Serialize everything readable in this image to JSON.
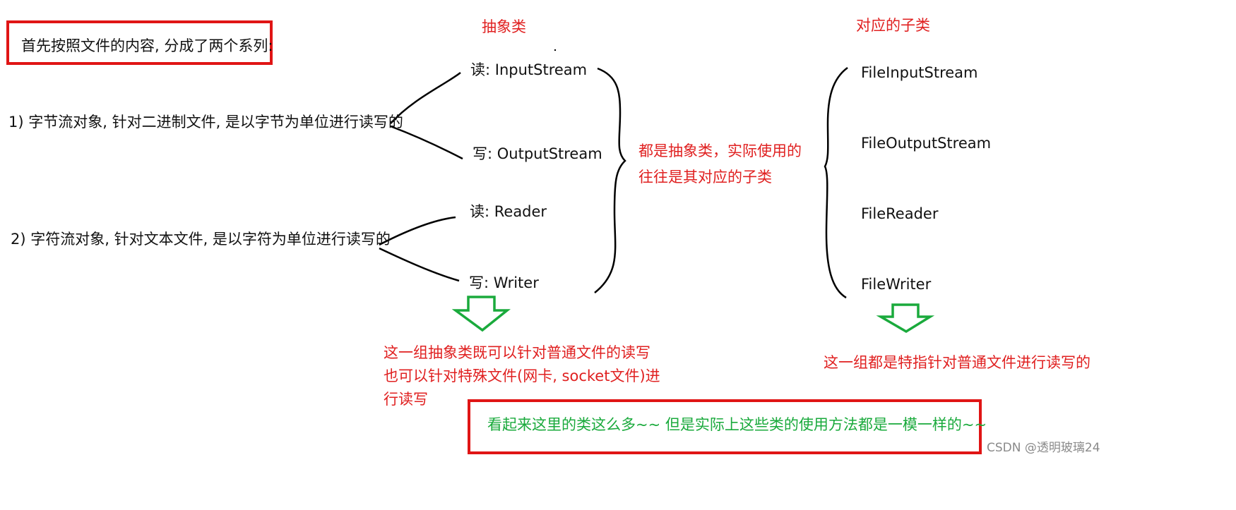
{
  "header": {
    "abstract_label": "抽象类",
    "subclass_label": "对应的子类"
  },
  "intro": {
    "text": "首先按照文件的内容, 分成了两个系列:"
  },
  "categories": {
    "byte": "1) 字节流对象, 针对二进制文件, 是以字节为单位进行读写的",
    "char": "2) 字符流对象, 针对文本文件, 是以字符为单位进行读写的"
  },
  "abstract_classes": {
    "input": "读: InputStream",
    "output": "写: OutputStream",
    "reader": "读: Reader",
    "writer": "写: Writer"
  },
  "subclasses": {
    "input": "FileInputStream",
    "output": "FileOutputStream",
    "reader": "FileReader",
    "writer": "FileWriter"
  },
  "notes": {
    "abstract_use_line1": "都是抽象类，实际使用的",
    "abstract_use_line2": "往往是其对应的子类",
    "abstract_scope_line1": "这一组抽象类既可以针对普通文件的读写",
    "abstract_scope_line2": "也可以针对特殊文件(网卡, socket文件)进",
    "abstract_scope_line3": "行读写",
    "subclass_scope": "这一组都是特指针对普通文件进行读写的",
    "summary": "看起来这里的类这么多~~ 但是实际上这些类的使用方法都是一模一样的~~"
  },
  "watermark": "CSDN @透明玻璃24",
  "colors": {
    "red": "#e02020",
    "green": "#1aaa3c",
    "box_border": "#e01515"
  }
}
